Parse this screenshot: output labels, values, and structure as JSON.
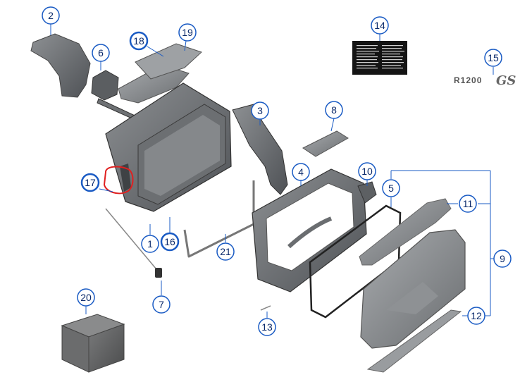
{
  "diagram": {
    "callouts": [
      "1",
      "2",
      "3",
      "4",
      "5",
      "6",
      "7",
      "8",
      "9",
      "10",
      "11",
      "12",
      "13",
      "14",
      "15",
      "16",
      "17",
      "18",
      "19",
      "20",
      "21"
    ],
    "badge": {
      "model": "R1200",
      "suffix": "GS"
    },
    "colors": {
      "callout_stroke": "#1a5bc4",
      "callout_text": "#0b2a6b",
      "part_dark": "#5a5d60",
      "part_mid": "#7c7f82",
      "part_light": "#a3a6a9",
      "highlight": "#e02020"
    }
  }
}
